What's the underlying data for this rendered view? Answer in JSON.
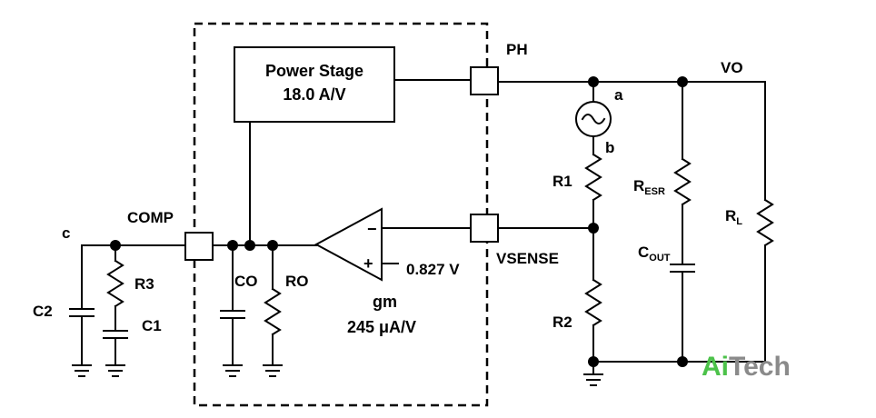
{
  "diagram": {
    "power_stage": {
      "line1": "Power Stage",
      "line2": "18.0 A/V"
    },
    "pins": {
      "ph": "PH",
      "comp": "COMP",
      "vsense": "VSENSE"
    },
    "nodes": {
      "vo": "VO",
      "a": "a",
      "b": "b",
      "c": "c"
    },
    "amplifier": {
      "minus": "−",
      "plus": "+",
      "vref": "0.827 V",
      "name": "gm",
      "value": "245 μA/V"
    },
    "components": {
      "r1": "R1",
      "r2": "R2",
      "r3": "R3",
      "c1": "C1",
      "c2": "C2",
      "co": "CO",
      "ro": "RO",
      "resr_main": "R",
      "resr_sub": "ESR",
      "cout_main": "C",
      "cout_sub": "OUT",
      "rl_main": "R",
      "rl_sub": "L"
    }
  },
  "watermark": {
    "part1": "Ai",
    "part2": "Tech"
  },
  "colors": {
    "line": "#000000",
    "watermark_green": "#4cc24a",
    "watermark_gray": "#8a8a8a"
  }
}
